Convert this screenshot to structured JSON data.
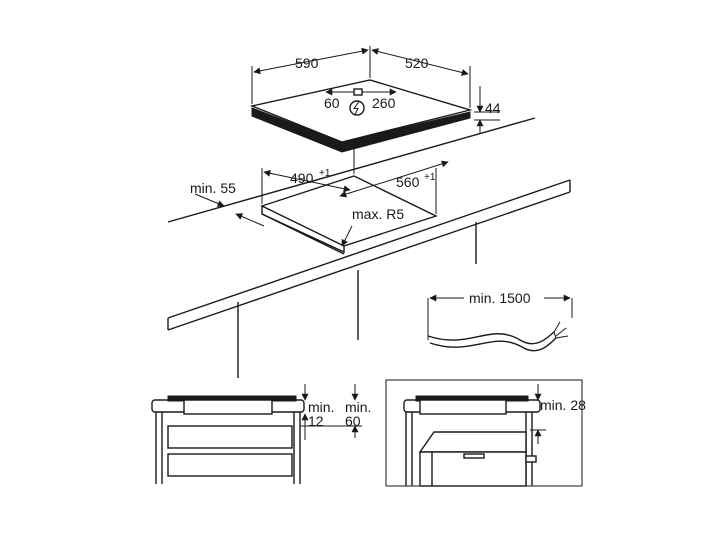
{
  "hob": {
    "width": "590",
    "depth": "520",
    "height": "44",
    "cable_left": "60",
    "cable_right": "260"
  },
  "cutout": {
    "min_edge": "min. 55",
    "width": "490",
    "width_tol": "+1",
    "depth": "560",
    "depth_tol": "+1",
    "corner_radius": "max. R5"
  },
  "cable": {
    "length": "min. 1500"
  },
  "section_drawers": {
    "label_min_a": "min.",
    "value_a": "12",
    "label_min_b": "min.",
    "value_b": "60"
  },
  "section_oven": {
    "label": "min. 28"
  },
  "icons": {
    "electric": "lightning-in-circle-icon"
  }
}
